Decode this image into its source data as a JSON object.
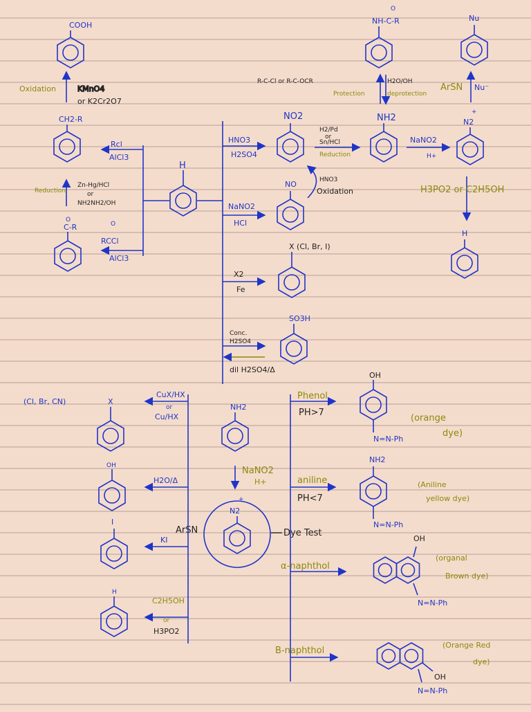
{
  "top": {
    "center": "H",
    "left": {
      "oxidation": "Oxidation",
      "ox_reagent1": "KMnO4",
      "ox_reagent2": "or K2Cr2O7",
      "cooh": "COOH",
      "ch2r": "CH2-R",
      "rcl": "Rcl",
      "alcl3_a": "AlCl3",
      "reduction": "Reduction",
      "red_reagent1": "Zn-Hg/HCl",
      "red_or": "or",
      "red_reagent2": "NH2NH2/OH",
      "acyl_sub": "C-R",
      "acyl_o": "O",
      "acyl_chloride": "RCCl",
      "alcl3_b": "AlCl3"
    },
    "right": {
      "hno3": "HNO3",
      "h2so4": "H2SO4",
      "no2": "NO2",
      "h2pd": "H2/Pd",
      "or1": "or",
      "snhcl": "Sn/HCl",
      "reduction": "Reduction",
      "nh2": "NH2",
      "nano2": "NaNO2",
      "hplus": "H+",
      "n2plus": "N2",
      "plus": "+",
      "no_group": "NO",
      "hno3_b": "HNO3",
      "oxidation": "Oxidation",
      "nano2_b": "NaNO2",
      "hcl": "HCl",
      "h3po2": "H3PO2 or C2H5OH",
      "h_final": "H",
      "x_halogen": "X (Cl, Br, I)",
      "x2": "X2",
      "fe": "Fe",
      "so3h": "SO3H",
      "conc": "Conc.",
      "h2so4_conc": "H2SO4",
      "dil": "dil H2SO4/Δ",
      "amide": "NH-C-R",
      "amide_o": "O",
      "acylating": "R-C-Cl or R-C-OCR",
      "h2o_oh": "H2O/OH",
      "protection": "Protection",
      "deprotection": "deprotection",
      "nu": "Nu",
      "arsn": "ArSN",
      "nu_minus": "Nu⁻"
    }
  },
  "bottom": {
    "nh2": "NH2",
    "nano2": "NaNO2",
    "hplus": "H+",
    "n2plus": "N2",
    "plus": "+",
    "arsn": "ArSN",
    "dye_test": "Dye Test",
    "left": {
      "cl_br_cn": "(Cl, Br, CN)",
      "x": "X",
      "cux_hx": "CuX/HX",
      "or1": "or",
      "cu_hx": "Cu/HX",
      "oh": "OH",
      "h2o": "H2O/Δ",
      "i": "I",
      "ki": "KI",
      "h": "H",
      "c2h5oh": "C2H5OH",
      "or2": "or",
      "h3po2": "H3PO2"
    },
    "right": {
      "phenol": "Phenol",
      "ph_gt7": "PH>7",
      "oh1": "OH",
      "azo1": "N=N-Ph",
      "orange": "(orange",
      "dye": "dye)",
      "aniline": "aniline",
      "ph_lt7": "PH<7",
      "nh2": "NH2",
      "azo2": "N=N-Ph",
      "aniline_yellow": "(Aniline",
      "yellow_dye": "yellow dye)",
      "alpha": "α-naphthol",
      "oh2": "OH",
      "azo3": "N=N-Ph",
      "orange_brown": "(organal",
      "brown_dye": "Brown dye)",
      "beta": "B-naphthol",
      "oh3": "OH",
      "azo4": "N=N-Ph",
      "orange_red": "(Orange Red",
      "red_dye": "dye)"
    }
  }
}
